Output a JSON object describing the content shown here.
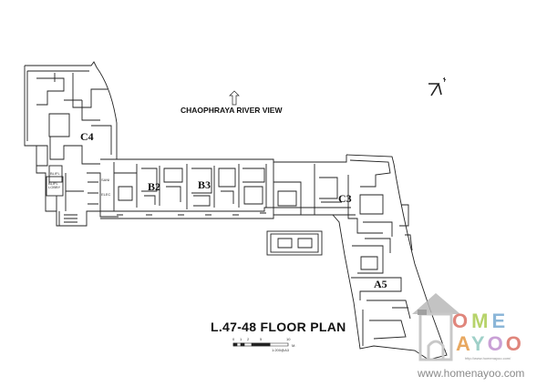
{
  "title": "L.47-48  FLOOR PLAN",
  "view_label": "CHAOPHRAYA RIVER VIEW",
  "units": [
    "C4",
    "B2",
    "B3",
    "C3",
    "A5"
  ],
  "room_labels": {
    "elevator": "BLIFL",
    "lobby": "BLIFL\nLOBBY",
    "sani": "SANI",
    "elec": "ELEC"
  },
  "scale_ticks": [
    "0",
    "1",
    "2",
    "5",
    "10"
  ],
  "scale_unit": "M.",
  "scale_note": "1:200@A3",
  "watermark": {
    "word1_letters": [
      "O",
      "M",
      "E"
    ],
    "word2_letters": [
      "A",
      "Y",
      "O",
      "O"
    ],
    "url": "www.homenayoo.com",
    "small_url": "http://www.homenayoo.com/",
    "letter_colors": [
      "#e0867c",
      "#b7d36a",
      "#8bb6d8",
      "#e8a860",
      "#9fd0c8",
      "#c9a0d6"
    ]
  }
}
